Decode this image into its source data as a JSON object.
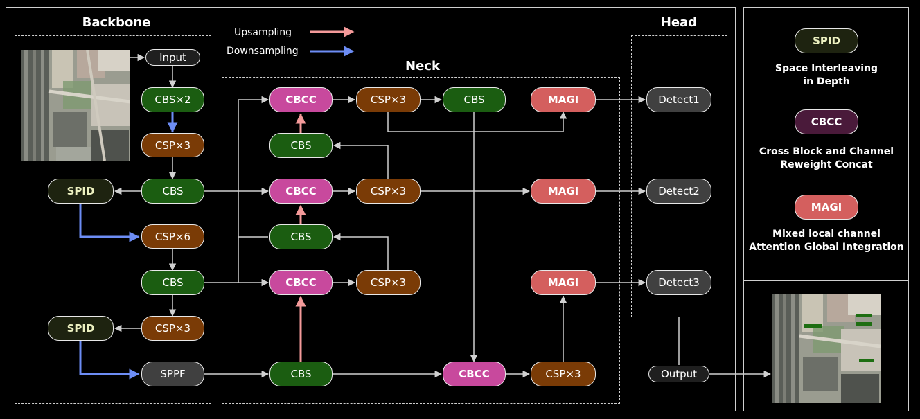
{
  "sections": {
    "backbone": "Backbone",
    "neck": "Neck",
    "head": "Head"
  },
  "arrow_legend": {
    "upsampling": "Upsampling",
    "downsampling": "Downsampling",
    "up_color": "#f49a9a",
    "down_color": "#6d8df5"
  },
  "backbone": {
    "input": "Input",
    "cbs_x2": "CBS×2",
    "csp_x3_a": "CSP×3",
    "cbs_a": "CBS",
    "spid_a": "SPID",
    "csp_x6": "CSP×6",
    "cbs_b": "CBS",
    "csp_x3_b": "CSP×3",
    "spid_b": "SPID",
    "sppf": "SPPF"
  },
  "neck": {
    "cbcc_1": "CBCC",
    "csp_1": "CSP×3",
    "cbs_top": "CBS",
    "magi_1": "MAGI",
    "cbs_up1": "CBS",
    "cbcc_2": "CBCC",
    "csp_2": "CSP×3",
    "magi_2": "MAGI",
    "cbs_up2": "CBS",
    "cbcc_3": "CBCC",
    "csp_3": "CSP×3",
    "magi_3": "MAGI",
    "cbs_bottom": "CBS",
    "cbcc_4": "CBCC",
    "csp_4": "CSP×3"
  },
  "head": {
    "detect1": "Detect1",
    "detect2": "Detect2",
    "detect3": "Detect3",
    "output": "Output"
  },
  "legend": {
    "spid_label": "SPID",
    "spid_desc_1": "Space Interleaving",
    "spid_desc_2": "in Depth",
    "cbcc_label": "CBCC",
    "cbcc_desc_1": "Cross Block and Channel",
    "cbcc_desc_2": "Reweight Concat",
    "magi_label": "MAGI",
    "magi_desc_1": "Mixed local channel",
    "magi_desc_2": "Attention Global Integration"
  },
  "colors": {
    "cbs_green": "#1b5d11",
    "csp_brown": "#7a3b06",
    "cbcc_pink": "#c8499d",
    "magi_red": "#d45f5e",
    "detect_gray": "#404040",
    "wire": "#d0d0d0"
  }
}
